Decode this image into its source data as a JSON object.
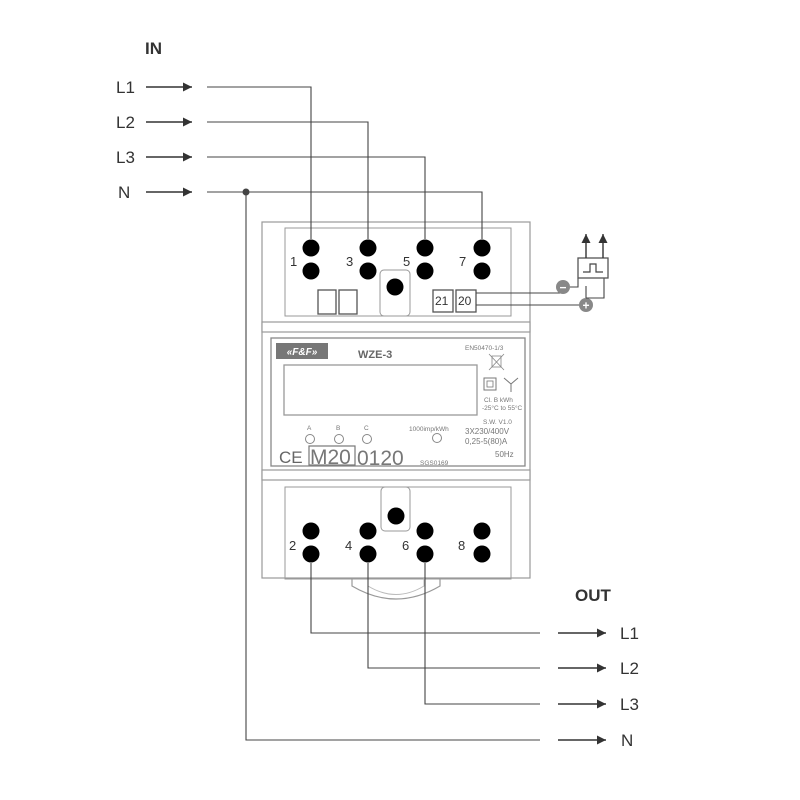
{
  "inputs": {
    "title": "IN",
    "lines": [
      "L1",
      "L2",
      "L3",
      "N"
    ]
  },
  "outputs": {
    "title": "OUT",
    "lines": [
      "L1",
      "L2",
      "L3",
      "N"
    ]
  },
  "terminals": {
    "top": [
      "1",
      "3",
      "5",
      "7"
    ],
    "bottom": [
      "2",
      "4",
      "6",
      "8"
    ],
    "pulse": [
      "21",
      "20"
    ]
  },
  "meter": {
    "brand": "«F&F»",
    "model": "WZE-3",
    "standard": "EN50470-1/3",
    "class_line": "Cl. B   kWh",
    "temp_range": "-25°C to 55°C",
    "sw_version": "S.W. V1.0",
    "voltage": "3X230/400V",
    "current": "0,25-5(80)A",
    "frequency": "50Hz",
    "impulses": "1000imp/kWh",
    "phase_leds": [
      "A",
      "B",
      "C"
    ],
    "ce_mark": "CE",
    "metrology_mark": "M20",
    "notified_body": "0120",
    "cert_number": "SGS0169"
  },
  "pulse_polarity": [
    "−",
    "+"
  ]
}
